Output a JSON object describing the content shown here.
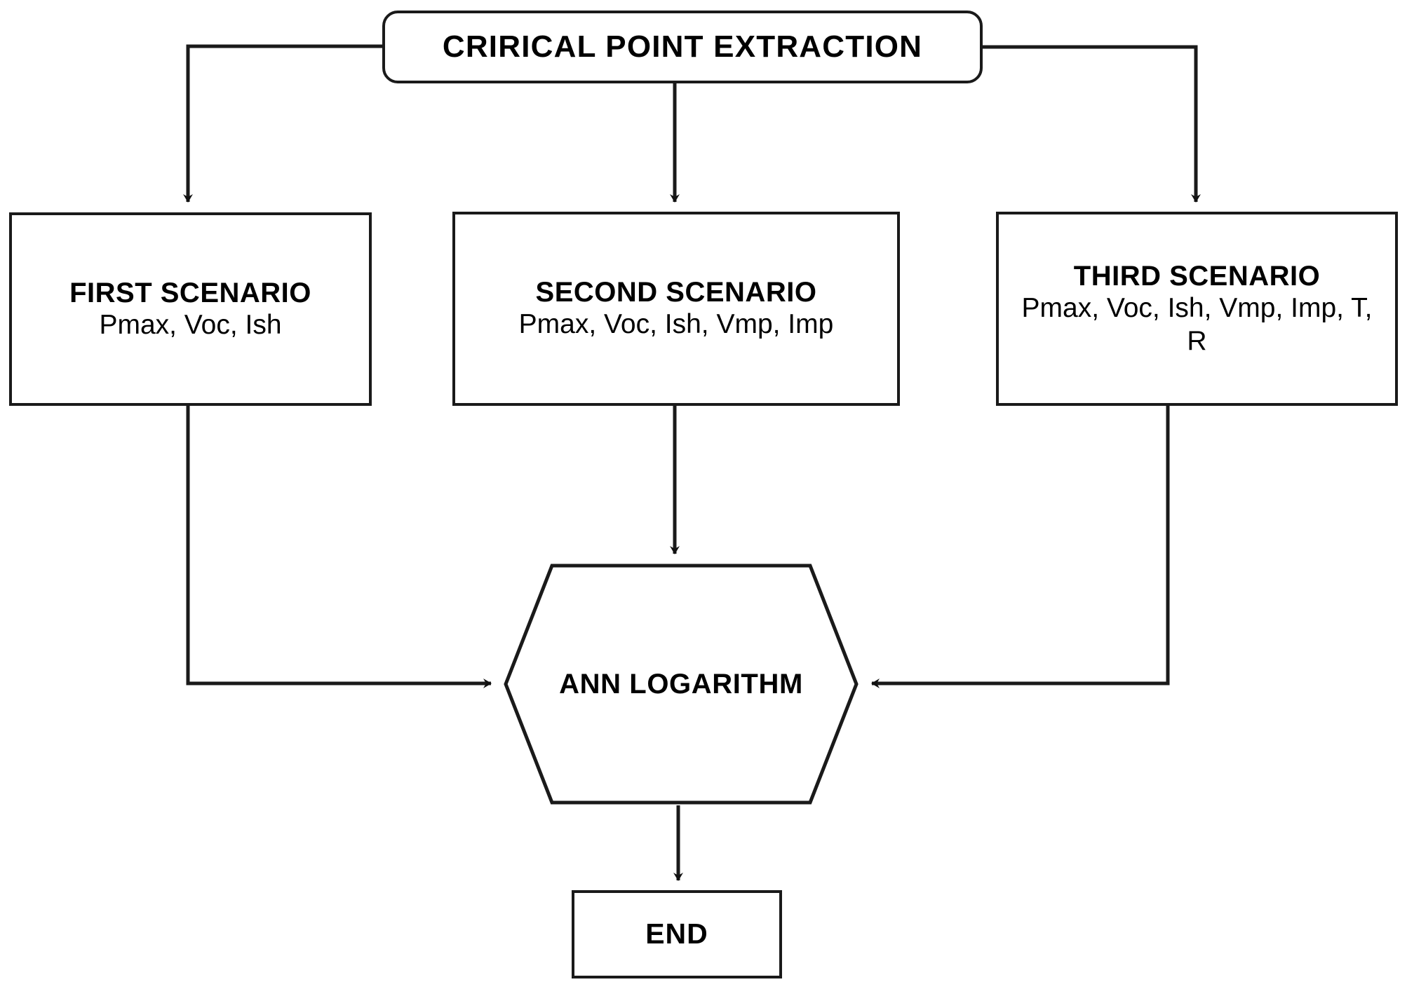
{
  "diagram": {
    "title": "CRIRICAL POINT EXTRACTION",
    "background_color": "#ffffff",
    "line_color": "#1a1a1a",
    "text_color": "#000000"
  },
  "nodes": {
    "start": {
      "label": "CRIRICAL POINT EXTRACTION",
      "shape": "rounded-rectangle"
    },
    "first_scenario": {
      "title": "FIRST SCENARIO",
      "params": "Pmax, Voc, Ish",
      "shape": "rectangle"
    },
    "second_scenario": {
      "title": "SECOND SCENARIO",
      "params": "Pmax, Voc, Ish, Vmp, Imp",
      "shape": "rectangle"
    },
    "third_scenario": {
      "title": "THIRD SCENARIO",
      "params": "Pmax, Voc, Ish, Vmp, Imp, T, R",
      "shape": "rectangle"
    },
    "algorithm": {
      "label": "ANN LOGARITHM",
      "shape": "hexagon"
    },
    "end": {
      "label": "END",
      "shape": "rectangle"
    }
  },
  "edges": [
    {
      "from": "start",
      "to": "first_scenario",
      "routing": "left-elbow"
    },
    {
      "from": "start",
      "to": "second_scenario",
      "routing": "straight-down"
    },
    {
      "from": "start",
      "to": "third_scenario",
      "routing": "right-elbow"
    },
    {
      "from": "first_scenario",
      "to": "algorithm",
      "routing": "left-elbow"
    },
    {
      "from": "second_scenario",
      "to": "algorithm",
      "routing": "straight-down"
    },
    {
      "from": "third_scenario",
      "to": "algorithm",
      "routing": "right-elbow"
    },
    {
      "from": "algorithm",
      "to": "end",
      "routing": "straight-down"
    }
  ]
}
